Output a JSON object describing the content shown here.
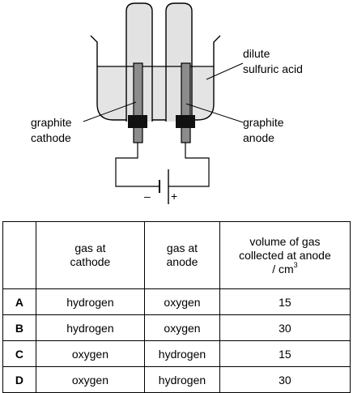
{
  "diagram": {
    "labels": {
      "acid": [
        "dilute",
        "sulfuric acid"
      ],
      "cathode": [
        "graphite",
        "cathode"
      ],
      "anode": [
        "graphite",
        "anode"
      ],
      "negative_terminal": "–",
      "positive_terminal": "+"
    },
    "colors": {
      "acid": "#e4e4e4",
      "tube": "#e2e2e2",
      "electrode": "#8c8c8c",
      "stopper": "#111111"
    }
  },
  "table": {
    "headers": [
      "",
      [
        "gas at",
        "cathode"
      ],
      [
        "gas at",
        "anode"
      ],
      [
        "volume of gas",
        "collected at anode",
        "/ cm",
        "3"
      ]
    ],
    "rows": [
      {
        "key": "A",
        "cathode": "hydrogen",
        "anode": "oxygen",
        "volume": "15"
      },
      {
        "key": "B",
        "cathode": "hydrogen",
        "anode": "oxygen",
        "volume": "30"
      },
      {
        "key": "C",
        "cathode": "oxygen",
        "anode": "hydrogen",
        "volume": "15"
      },
      {
        "key": "D",
        "cathode": "oxygen",
        "anode": "hydrogen",
        "volume": "30"
      }
    ]
  }
}
